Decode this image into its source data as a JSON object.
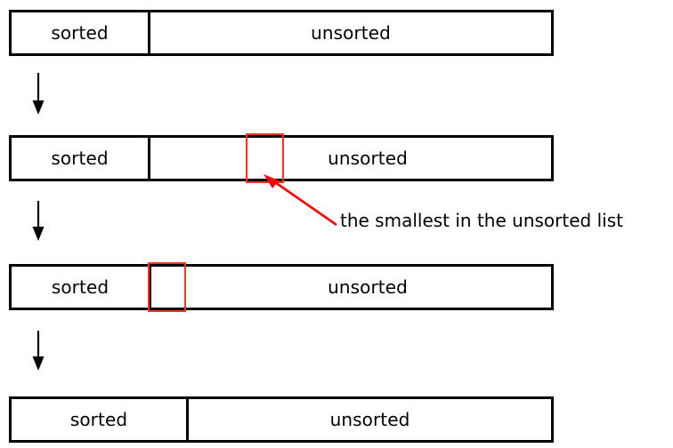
{
  "diagram": {
    "title": "selection-sort-step-diagram",
    "colors": {
      "outline": "#000000",
      "highlight": "#f4361a",
      "callout": "#ff0000",
      "background": "#ffffff",
      "text": "#000000"
    },
    "stages": [
      {
        "id": "stage-1",
        "sorted_label": "sorted",
        "unsorted_label": "unsorted",
        "has_highlight": false
      },
      {
        "id": "stage-2",
        "sorted_label": "sorted",
        "unsorted_label": "unsorted",
        "has_highlight": true
      },
      {
        "id": "stage-3",
        "sorted_label": "sorted",
        "unsorted_label": "unsorted",
        "has_highlight": true
      },
      {
        "id": "stage-4",
        "sorted_label": "sorted",
        "unsorted_label": "unsorted",
        "has_highlight": false
      }
    ],
    "flow_arrows": [
      {
        "id": "flow-arrow-1",
        "glyph": "down-arrow"
      },
      {
        "id": "flow-arrow-2",
        "glyph": "down-arrow"
      },
      {
        "id": "flow-arrow-3",
        "glyph": "down-arrow"
      }
    ],
    "annotation": {
      "text": "the smallest in the unsorted list",
      "pointer": "callout-arrow"
    }
  }
}
